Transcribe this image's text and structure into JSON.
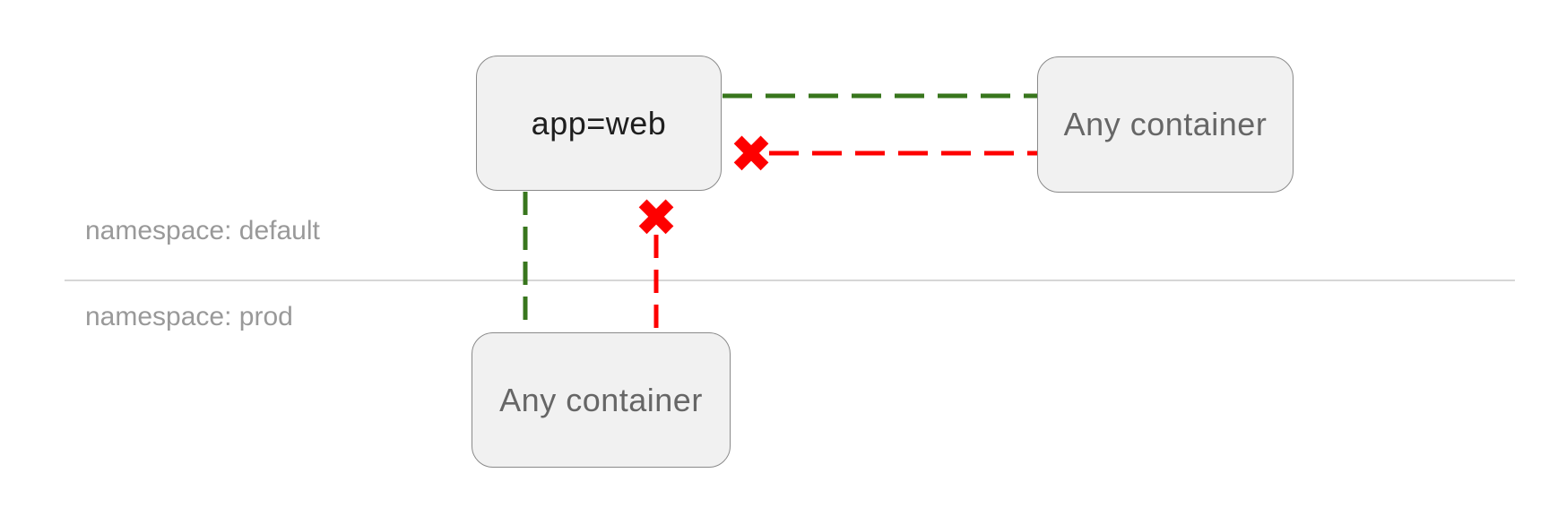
{
  "diagram": {
    "title_hint": "network-policy-diagram",
    "namespaces": {
      "default": {
        "label": "namespace: default"
      },
      "prod": {
        "label": "namespace: prod"
      }
    },
    "nodes": {
      "app_web": {
        "label": "app=web",
        "namespace": "default"
      },
      "any_container_default": {
        "label": "Any container",
        "namespace": "default"
      },
      "any_container_prod": {
        "label": "Any container",
        "namespace": "prod"
      }
    },
    "edges": [
      {
        "from": "app_web",
        "to": "any_container_default",
        "status": "allowed",
        "style": "green-dashed"
      },
      {
        "from": "any_container_default",
        "to": "app_web",
        "status": "blocked",
        "style": "red-dashed-x"
      },
      {
        "from": "app_web",
        "to": "any_container_prod",
        "status": "allowed",
        "style": "green-dashed"
      },
      {
        "from": "any_container_prod",
        "to": "app_web",
        "status": "blocked",
        "style": "red-dashed-x"
      }
    ]
  },
  "icons": {
    "blocked_x": "✖"
  },
  "colors": {
    "allowed_green": "#38761d",
    "blocked_red": "#fe0000",
    "node_fill": "#f1f1f1",
    "node_border": "#8a8a8a",
    "node_text_dark": "#1e1e1e",
    "node_text_gray": "#666666",
    "namespace_label_gray": "#999999",
    "divider_gray": "#d6d6d6"
  }
}
